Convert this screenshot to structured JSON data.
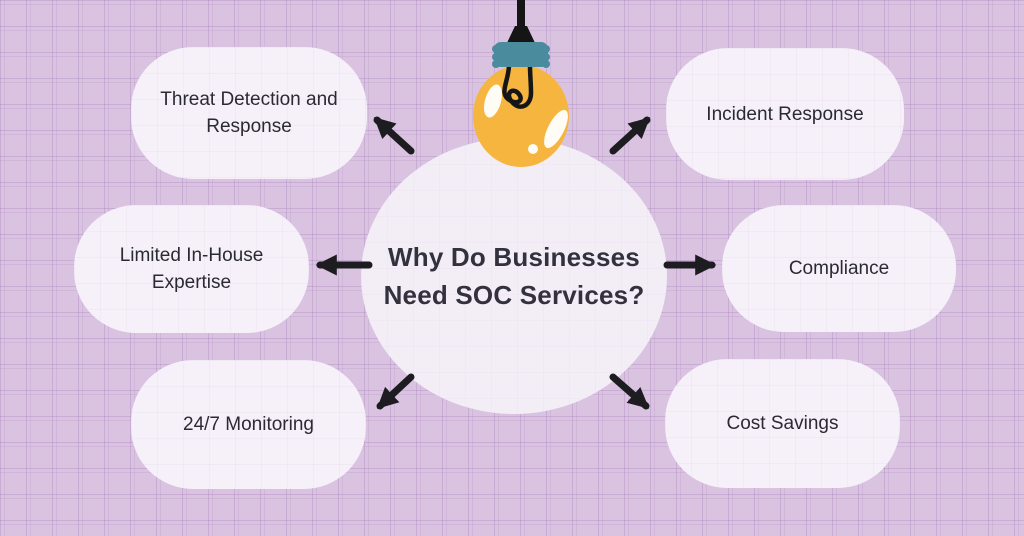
{
  "diagram": {
    "title": {
      "line1": "Why Do Businesses",
      "line2": "Need SOC Services?"
    },
    "nodes": [
      {
        "id": "threat-detection",
        "label": "Threat Detection and Response",
        "position": "top-left"
      },
      {
        "id": "incident-response",
        "label": "Incident Response",
        "position": "top-right"
      },
      {
        "id": "limited-expertise",
        "label": "Limited In-House Expertise",
        "position": "middle-left"
      },
      {
        "id": "compliance",
        "label": "Compliance",
        "position": "middle-right"
      },
      {
        "id": "monitoring",
        "label": "24/7 Monitoring",
        "position": "bottom-left"
      },
      {
        "id": "cost-savings",
        "label": "Cost Savings",
        "position": "bottom-right"
      }
    ],
    "connections": [
      {
        "from": "center",
        "to": "threat-detection",
        "direction": "up-left"
      },
      {
        "from": "center",
        "to": "incident-response",
        "direction": "up-right"
      },
      {
        "from": "center",
        "to": "limited-expertise",
        "direction": "left"
      },
      {
        "from": "center",
        "to": "compliance",
        "direction": "right"
      },
      {
        "from": "center",
        "to": "monitoring",
        "direction": "down-left"
      },
      {
        "from": "center",
        "to": "cost-savings",
        "direction": "down-right"
      }
    ],
    "icon": "lightbulb-icon",
    "colors": {
      "canvas_background": "#d9c3e1",
      "grid_line": "#9a71b0",
      "node_fill": "#f7f2fa",
      "circle_fill": "#f4eef7",
      "title_text": "#34313f",
      "label_text": "#2b2a33",
      "arrow": "#1d1c20",
      "bulb_glass": "#f6b53e",
      "bulb_cap": "#4a8c9d",
      "bulb_cord": "#151515",
      "bulb_highlight": "#ffffff"
    }
  }
}
